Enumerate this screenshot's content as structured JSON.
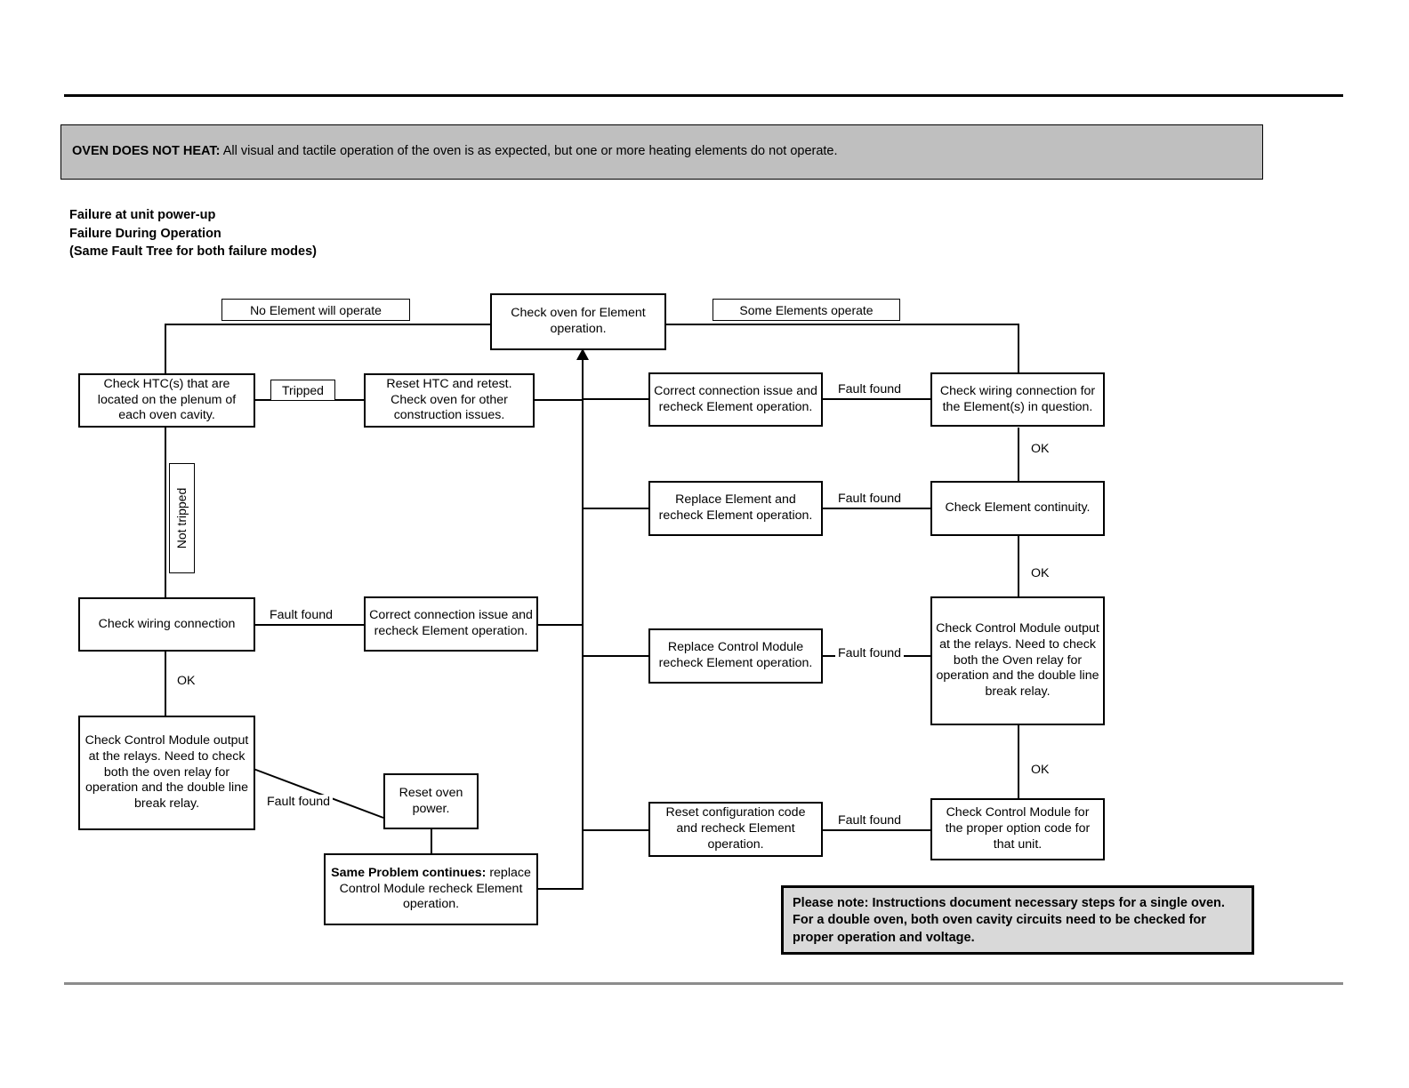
{
  "banner": {
    "heading": "OVEN DOES NOT HEAT:",
    "body": " All visual and tactile operation of the oven is as expected, but one or more heating elements do not operate."
  },
  "failure_modes": {
    "line1": "Failure at unit power-up",
    "line2": "Failure During Operation",
    "line3": "(Same Fault Tree for both failure modes)"
  },
  "flow": {
    "root": "Check oven for Element operation.",
    "branch_left_label": "No Element will operate",
    "branch_right_label": "Some Elements operate",
    "left": {
      "htc_check": "Check HTC(s) that are located on the plenum of each oven cavity.",
      "tripped_label": "Tripped",
      "not_tripped_label": "Not tripped",
      "reset_htc": "Reset HTC and retest. Check oven for other construction issues.",
      "wiring_check": "Check wiring connection",
      "fault_found_1": "Fault found",
      "correct_connection": "Correct connection issue and recheck Element operation.",
      "ok_1": "OK",
      "control_module": "Check Control Module output at the relays. Need to check both the oven relay for operation and the double line break relay.",
      "fault_found_2": "Fault found",
      "reset_power": "Reset oven power.",
      "same_problem_bold": "Same Problem continues:",
      "same_problem_rest": " replace Control Module recheck Element operation."
    },
    "right": {
      "wiring_check": "Check wiring connection for the Element(s) in question.",
      "fault_found_1": "Fault found",
      "correct_connection": "Correct connection issue and recheck Element operation.",
      "ok_1": "OK",
      "element_continuity": "Check Element continuity.",
      "fault_found_2": "Fault found",
      "replace_element": "Replace Element and recheck Element operation.",
      "ok_2": "OK",
      "control_module": "Check Control Module output at the relays. Need to check both the Oven relay for operation and the double line break relay.",
      "fault_found_3": "Fault found",
      "replace_module": "Replace Control Module recheck Element operation.",
      "ok_3": "OK",
      "option_code": "Check Control Module for the proper option code for that unit.",
      "fault_found_4": "Fault found",
      "reset_config": "Reset configuration code and recheck Element operation."
    }
  },
  "note": {
    "text": "Please note: Instructions document necessary steps for a single oven.  For a double oven, both oven cavity circuits need to be checked for proper operation and voltage."
  },
  "colors": {
    "banner_bg": "#bfbfbf",
    "note_bg": "#d9d9d9",
    "line": "#000000",
    "footer_rule": "#8c8c8c"
  }
}
